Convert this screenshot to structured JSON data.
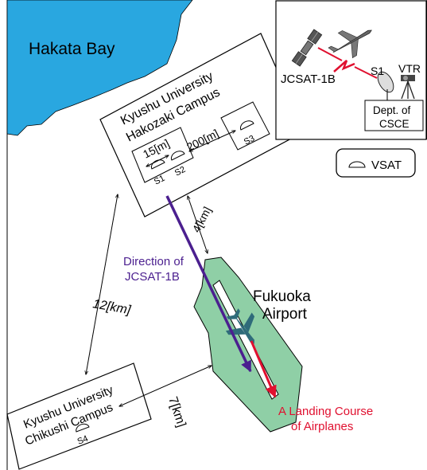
{
  "colors": {
    "bay": "#29a7e0",
    "airport": "#8fcfa6",
    "jcsat_arrow": "#4b1f8f",
    "landing": "#e0102f",
    "runway": "#ffffff",
    "airplane": "#2f6b7a"
  },
  "bay": {
    "label": "Hakata Bay"
  },
  "hakozaki": {
    "title_line1": "Kyushu University",
    "title_line2": "Hakozaki Campus",
    "s1": "S1",
    "s2": "S2",
    "s3": "S3",
    "dist_s1_s2": "15[m]",
    "dist_s2_s3": "200[m]"
  },
  "chikushi": {
    "title_line1": "Kyushu University",
    "title_line2": "Chikushi Campus",
    "s4": "S4"
  },
  "airport": {
    "line1": "Fukuoka",
    "line2": "Airport"
  },
  "distances": {
    "hakozaki_airport": "4[km]",
    "hakozaki_chikushi": "12[km]",
    "chikushi_airport": "7[km]"
  },
  "jcsat_direction": {
    "line1": "Direction of",
    "line2": "JCSAT-1B"
  },
  "landing_course": {
    "line1": "A Landing Course",
    "line2": "of Airplanes"
  },
  "inset": {
    "satellite_label": "JCSAT-1B",
    "station_label": "S1",
    "vtr_label": "VTR",
    "dept_line1": "Dept. of",
    "dept_line2": "CSCE"
  },
  "legend": {
    "label": "VSAT"
  }
}
